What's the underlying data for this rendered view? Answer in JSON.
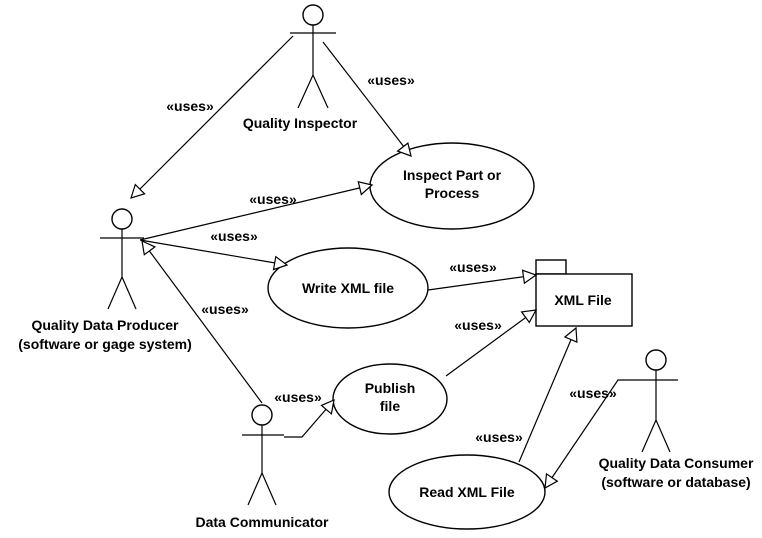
{
  "actors": {
    "quality_inspector": "Quality Inspector",
    "producer_line1": "Quality Data Producer",
    "producer_line2": "(software or gage system)",
    "communicator": "Data Communicator",
    "consumer_line1": "Quality Data Consumer",
    "consumer_line2": "(software or database)"
  },
  "use_cases": {
    "inspect_line1": "Inspect Part or",
    "inspect_line2": "Process",
    "write_xml": "Write XML file",
    "publish_line1": "Publish",
    "publish_line2": "file",
    "read_xml": "Read XML File"
  },
  "artifact": {
    "xml_file": "XML File"
  },
  "stereotype": "«uses»"
}
